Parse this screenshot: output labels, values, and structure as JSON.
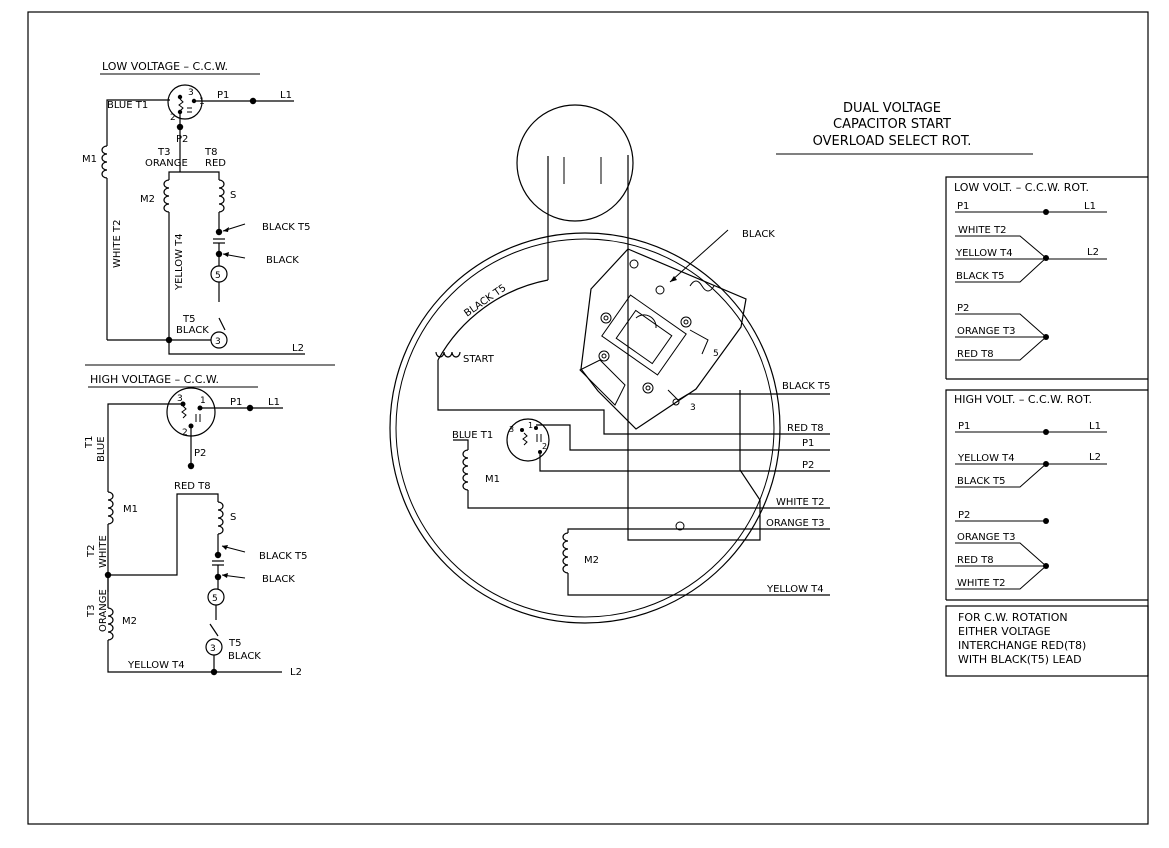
{
  "title": {
    "line1": "DUAL VOLTAGE",
    "line2": "CAPACITOR START",
    "line3": "OVERLOAD SELECT ROT."
  },
  "low": {
    "heading": "LOW VOLTAGE – C.C.W.",
    "blue_t1": "BLUE T1",
    "p1": "P1",
    "l1": "L1",
    "p2": "P2",
    "m1": "M1",
    "t3": "T3",
    "orange": "ORANGE",
    "t8": "T8",
    "red": "RED",
    "m2": "M2",
    "s": "S",
    "black_t5": "BLACK T5",
    "black": "BLACK",
    "white_t2": "WHITE T2",
    "yellow_t4": "YELLOW T4",
    "t5": "T5",
    "black2": "BLACK",
    "l2": "L2",
    "n1": "1",
    "n2": "2",
    "n3": "3",
    "n5": "5",
    "n3b": "3"
  },
  "high": {
    "heading": "HIGH VOLTAGE – C.C.W.",
    "p1": "P1",
    "l1": "L1",
    "t1": "T1",
    "blue": "BLUE",
    "p2": "P2",
    "red_t8": "RED T8",
    "m1": "M1",
    "s": "S",
    "t2": "T2",
    "white": "WHITE",
    "black_t5": "BLACK T5",
    "black": "BLACK",
    "t3": "T3",
    "orange": "ORANGE",
    "m2": "M2",
    "t5": "T5",
    "black2": "BLACK",
    "yellow_t4": "YELLOW T4",
    "l2": "L2",
    "n1": "1",
    "n2": "2",
    "n3": "3",
    "n5": "5",
    "n3b": "3"
  },
  "motor": {
    "black_t5_arc": "BLACK T5",
    "start": "START",
    "black": "BLACK",
    "five": "5",
    "three": "3",
    "black_t5": "BLACK T5",
    "blue_t1": "BLUE T1",
    "red_t8": "RED T8",
    "p1": "P1",
    "p2": "P2",
    "m1": "M1",
    "white_t2": "WHITE T2",
    "orange_t3": "ORANGE T3",
    "m2": "M2",
    "yellow_t4": "YELLOW T4",
    "n1": "1",
    "n3": "3",
    "n2": "2"
  },
  "table_low": {
    "heading": "LOW VOLT. – C.C.W. ROT.",
    "p1": "P1",
    "l1": "L1",
    "white_t2": "WHITE T2",
    "yellow_t4": "YELLOW T4",
    "l2": "L2",
    "black_t5": "BLACK T5",
    "p2": "P2",
    "orange_t3": "ORANGE T3",
    "red_t8": "RED T8"
  },
  "table_high": {
    "heading": "HIGH VOLT. – C.C.W. ROT.",
    "p1": "P1",
    "l1": "L1",
    "yellow_t4": "YELLOW T4",
    "l2": "L2",
    "black_t5": "BLACK T5",
    "p2": "P2",
    "orange_t3": "ORANGE T3",
    "red_t8": "RED T8",
    "white_t2": "WHITE T2"
  },
  "note": {
    "line1": "FOR C.W. ROTATION",
    "line2": "EITHER VOLTAGE",
    "line3": "INTERCHANGE RED(T8)",
    "line4": "WITH BLACK(T5) LEAD"
  }
}
